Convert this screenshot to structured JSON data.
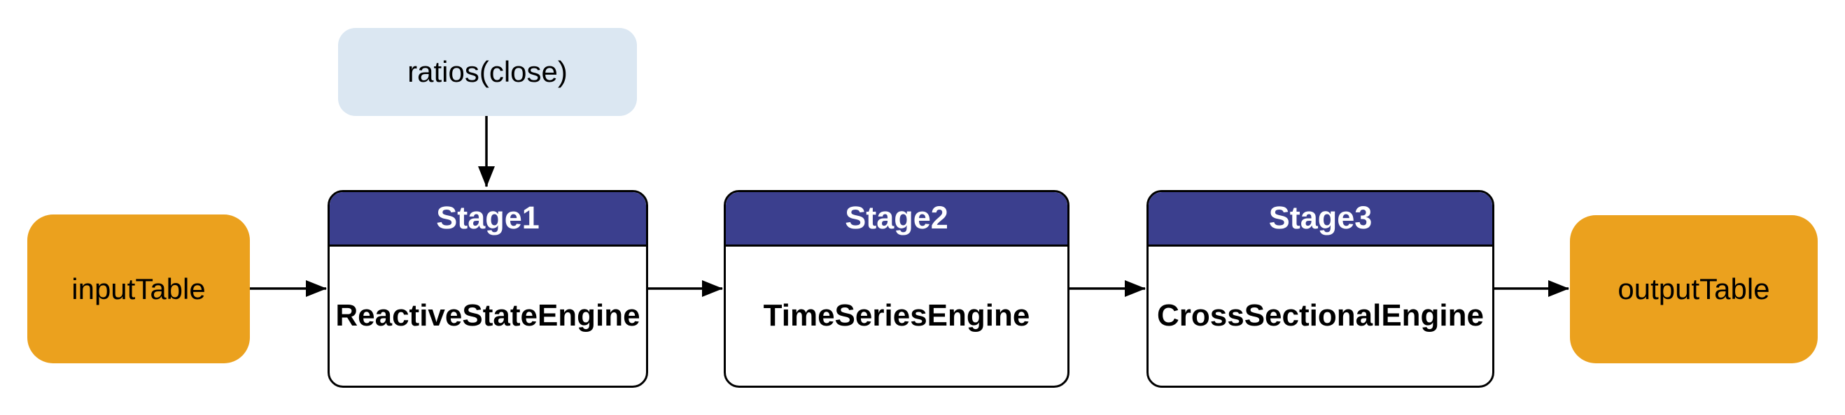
{
  "diagram": {
    "param_node": {
      "label": "ratios(close)"
    },
    "input_node": {
      "label": "inputTable"
    },
    "output_node": {
      "label": "outputTable"
    },
    "stages": [
      {
        "title": "Stage1",
        "engine": "ReactiveStateEngine"
      },
      {
        "title": "Stage2",
        "engine": "TimeSeriesEngine"
      },
      {
        "title": "Stage3",
        "engine": "CrossSectionalEngine"
      }
    ],
    "colors": {
      "stage_header": "#3b3f8e",
      "stage_body": "#ffffff",
      "table_fill": "#eba11e",
      "param_fill": "#dbe7f2",
      "border": "#000000",
      "stage_title_text": "#ffffff",
      "text": "#000000",
      "background": "#ffffff"
    }
  }
}
